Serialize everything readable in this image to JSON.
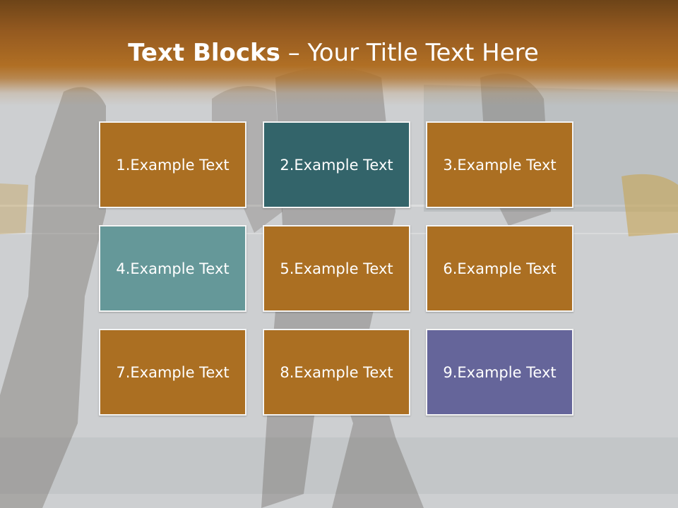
{
  "slide": {
    "title_bold": "Text Blocks",
    "title_rest": " – Your Title Text Here"
  },
  "blocks": [
    {
      "label": "1.Example Text",
      "color": "#ab6f22"
    },
    {
      "label": "2.Example Text",
      "color": "#33646a"
    },
    {
      "label": "3.Example Text",
      "color": "#ab6f22"
    },
    {
      "label": "4.Example Text",
      "color": "#659899"
    },
    {
      "label": "5.Example Text",
      "color": "#ab6f22"
    },
    {
      "label": "6.Example Text",
      "color": "#ab6f22"
    },
    {
      "label": "7.Example Text",
      "color": "#ab6f22"
    },
    {
      "label": "8.Example Text",
      "color": "#ab6f22"
    },
    {
      "label": "9.Example Text",
      "color": "#65659a"
    }
  ],
  "colors": {
    "header_brown": "#b06f24",
    "tile_border": "#f4f4f4"
  }
}
